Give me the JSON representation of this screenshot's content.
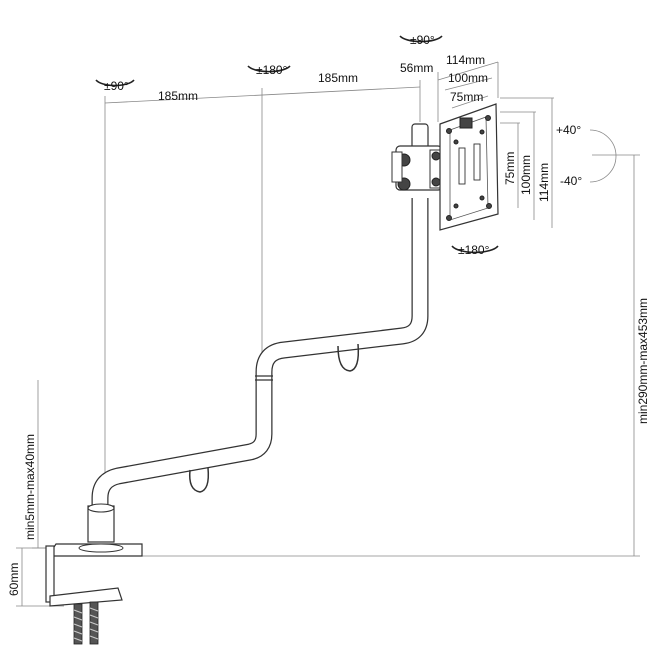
{
  "diagram": {
    "rotations": {
      "base_swivel": "±90°",
      "elbow_swivel": "±180°",
      "head_swivel": "±90°",
      "plate_rotation": "±180°",
      "tilt_up": "+40°",
      "tilt_down": "-40°"
    },
    "dimensions": {
      "arm_segment_1": "185mm",
      "arm_segment_2": "185mm",
      "head_offset": "56mm",
      "vesa_width_large": "114mm",
      "vesa_width_medium": "100mm",
      "vesa_width_small": "75mm",
      "vesa_height_small": "75mm",
      "vesa_height_medium": "100mm",
      "vesa_height_large": "114mm",
      "height_range": "min290mm-max453mm",
      "desk_thickness": "min5mm-max40mm",
      "clamp_height": "60mm"
    }
  }
}
